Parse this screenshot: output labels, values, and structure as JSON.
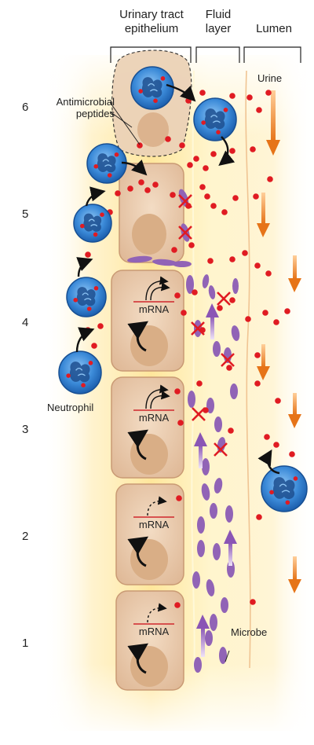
{
  "headers": {
    "epithelium": "Urinary tract epithelium",
    "fluid": "Fluid layer",
    "lumen": "Lumen"
  },
  "stage_numbers": [
    "6",
    "5",
    "4",
    "3",
    "2",
    "1"
  ],
  "labels": {
    "urine": "Urine",
    "antimicrobial": "Antimicrobial peptides",
    "neutrophil": "Neutrophil",
    "microbe": "Microbe",
    "mrna": "mRNA"
  },
  "colors": {
    "cell_fill": "#e8c7a7",
    "nucleus": "#d9ae86",
    "peptide_red": "#e01b22",
    "microbe_purple": "#9163b6",
    "neutrophil_blue": "#2f7fd1",
    "urine_orange": "#e97a1e",
    "glow_yellow": "#fff1b0"
  }
}
